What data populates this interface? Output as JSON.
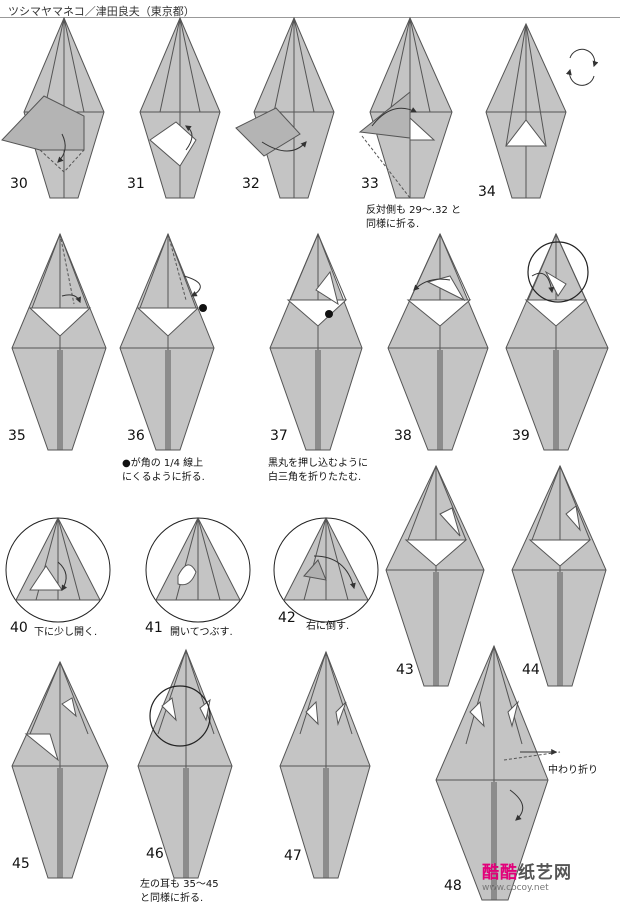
{
  "header": {
    "title": "ツシマヤマネコ／津田良夫（東京都）"
  },
  "steps": [
    {
      "num": "30"
    },
    {
      "num": "31"
    },
    {
      "num": "32"
    },
    {
      "num": "33"
    },
    {
      "num": "34"
    },
    {
      "num": "35"
    },
    {
      "num": "36"
    },
    {
      "num": "37"
    },
    {
      "num": "38"
    },
    {
      "num": "39"
    },
    {
      "num": "40"
    },
    {
      "num": "41"
    },
    {
      "num": "42"
    },
    {
      "num": "43"
    },
    {
      "num": "44"
    },
    {
      "num": "45"
    },
    {
      "num": "46"
    },
    {
      "num": "47"
    },
    {
      "num": "48"
    }
  ],
  "notes": {
    "s33": [
      "反対側も 29～.32 と",
      "同様に折る."
    ],
    "s36": [
      "●が角の 1/4 線上",
      "にくるように折る."
    ],
    "s37": [
      "黒丸を押し込むように",
      "白三角を折りたたむ."
    ],
    "s40": "下に少し開く.",
    "s41": "開いてつぶす.",
    "s42": "右に倒す.",
    "s46": [
      "左の耳も 35～45",
      "と同様に折る."
    ],
    "s48": "中わり折り"
  },
  "watermark": {
    "site_a": "酷酷",
    "site_b": "纸艺网",
    "url": "www.cocoy.net"
  },
  "colors": {
    "paper": "#c4c4c4",
    "paper_dark": "#a9a9a9",
    "line": "#555555",
    "accent": "#e2007a"
  }
}
